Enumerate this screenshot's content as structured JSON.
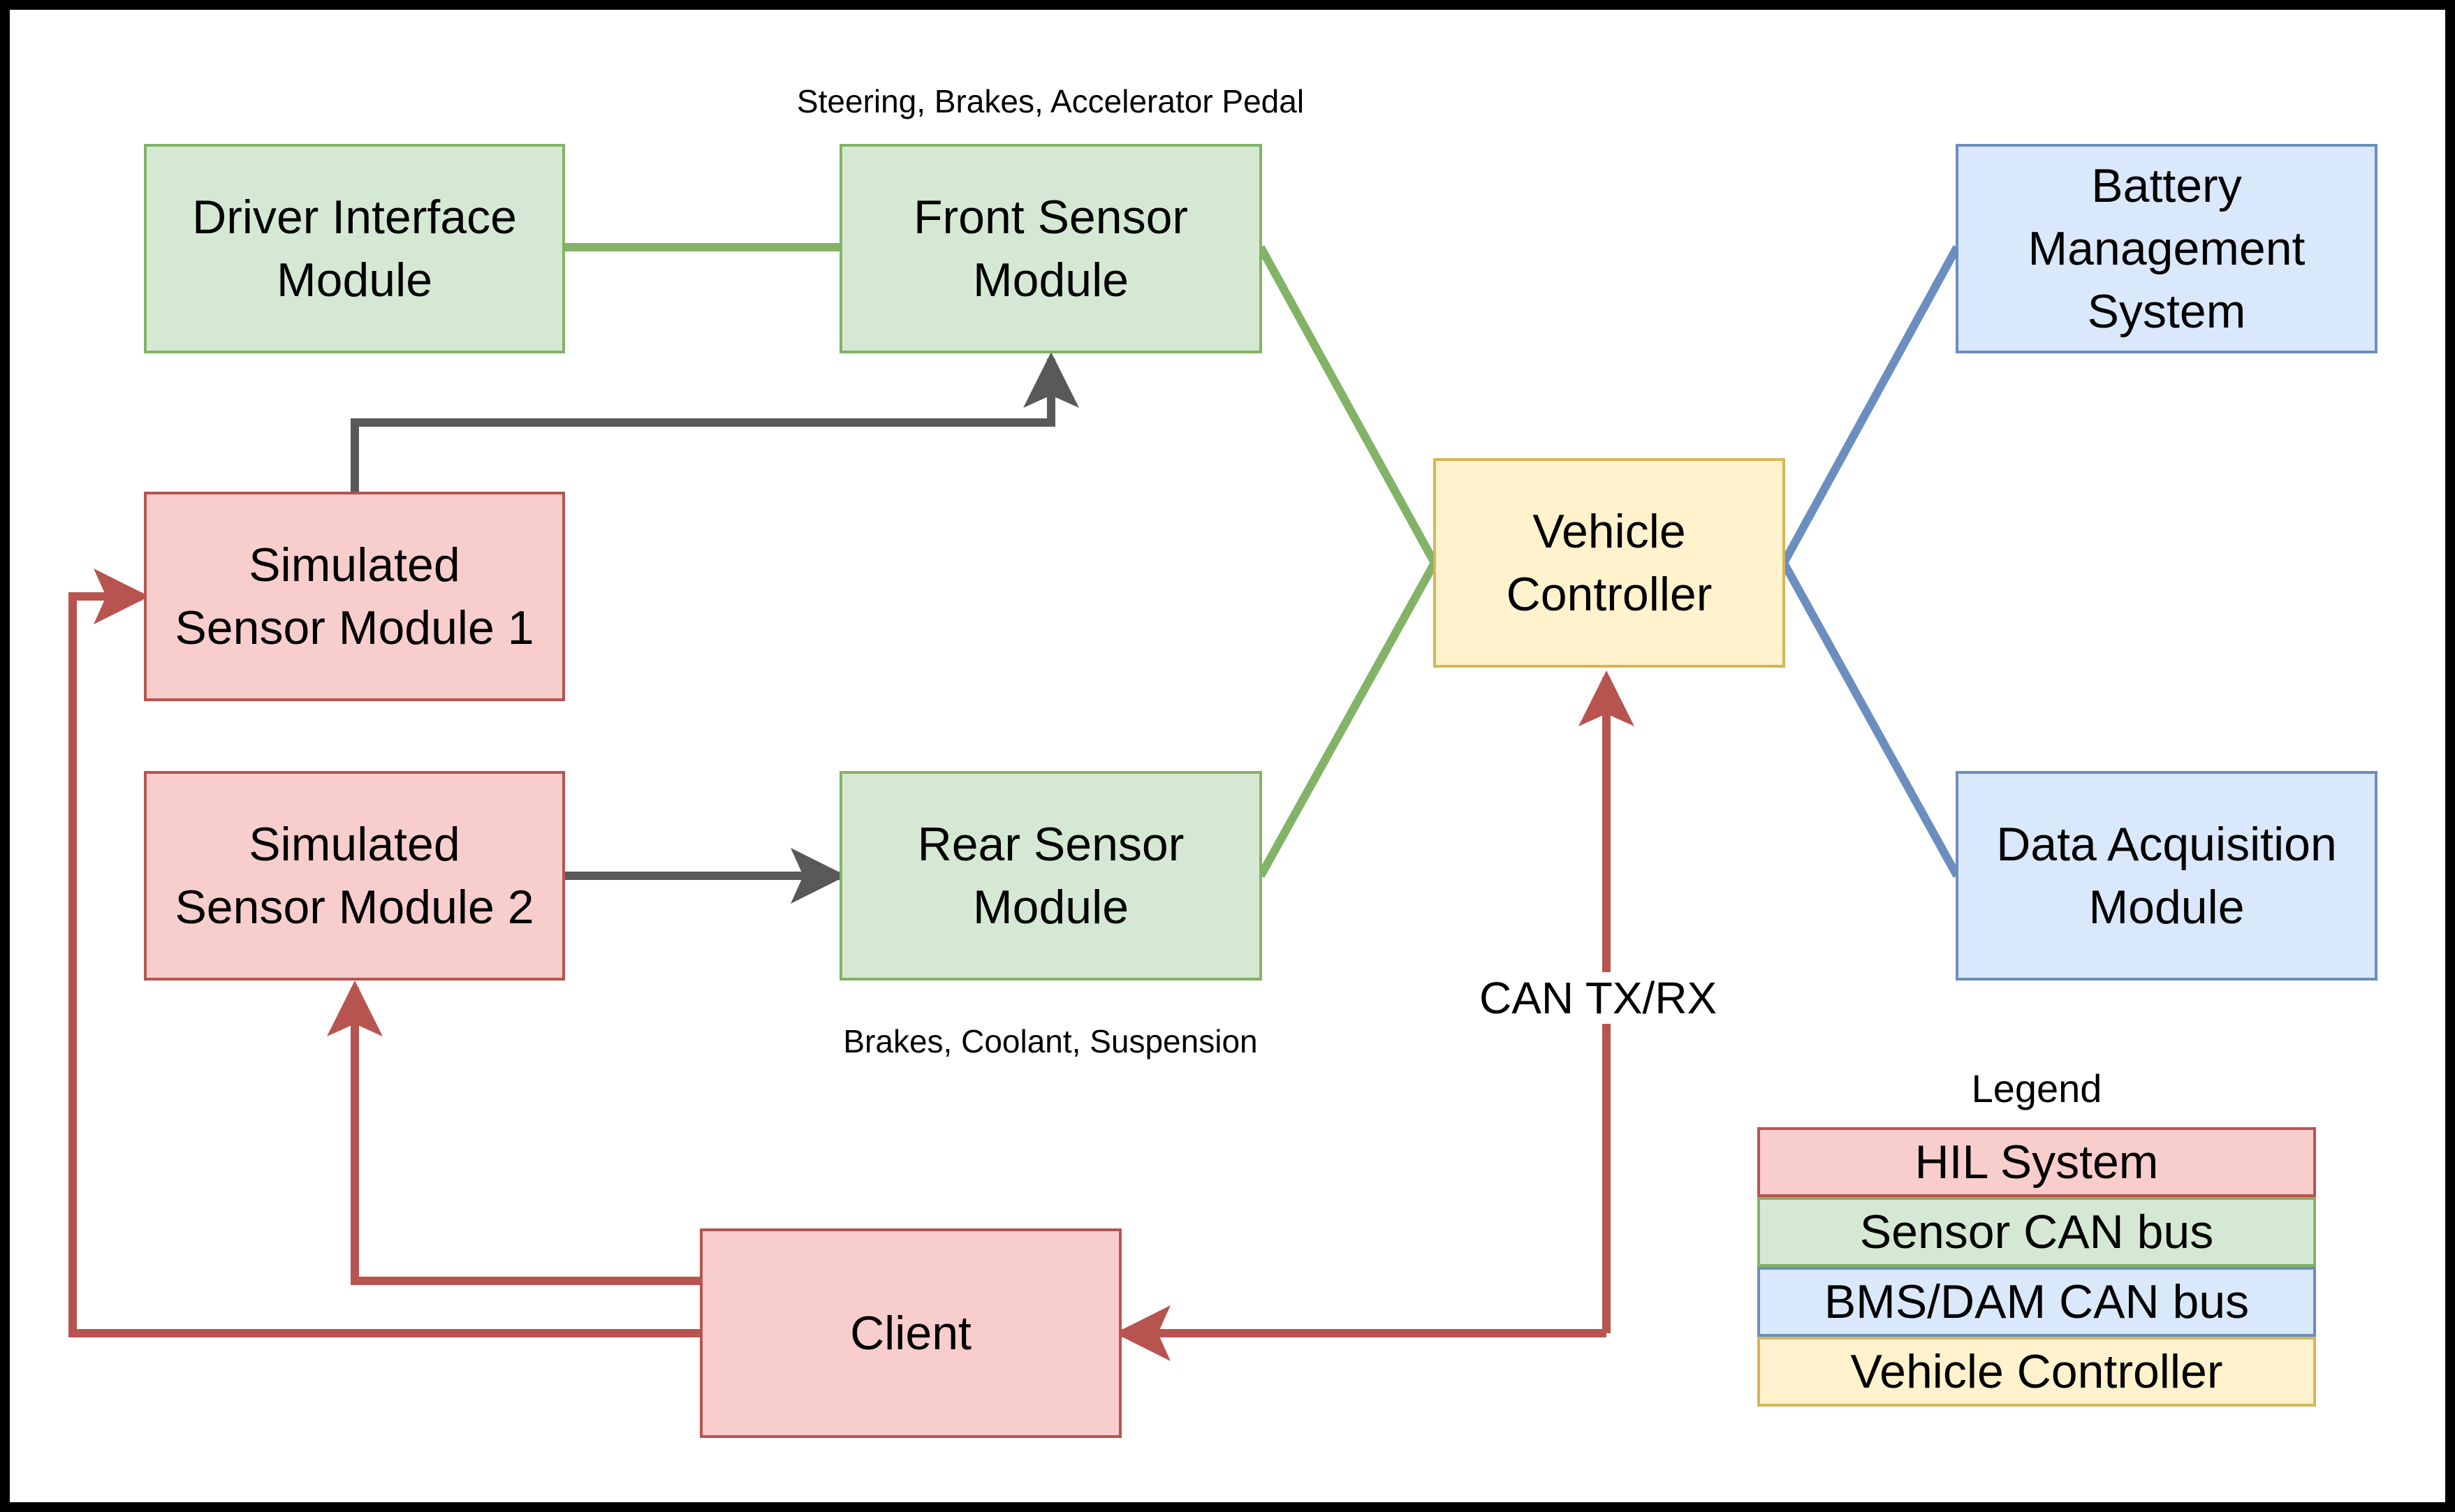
{
  "colors": {
    "hil_fill": "#f8cecc",
    "hil_stroke": "#b85450",
    "sensor_fill": "#d5e8d4",
    "sensor_stroke": "#82b366",
    "bms_fill": "#dae8fc",
    "bms_stroke": "#6c8ebf",
    "vc_fill": "#fff2cc",
    "vc_stroke": "#d6b656",
    "gray_arrow": "#595959"
  },
  "nodes": {
    "driver_interface": "Driver Interface\nModule",
    "front_sensor": "Front Sensor\nModule",
    "simulated_sensor_1": "Simulated\nSensor Module 1",
    "simulated_sensor_2": "Simulated\nSensor Module 2",
    "rear_sensor": "Rear Sensor\nModule",
    "vehicle_controller": "Vehicle\nController",
    "battery_management": "Battery\nManagement\nSystem",
    "data_acquisition": "Data Acquisition\nModule",
    "client": "Client"
  },
  "labels": {
    "front_sensor_note": "Steering, Brakes, Accelerator Pedal",
    "rear_sensor_note": "Brakes, Coolant, Suspension",
    "can_link": "CAN TX/RX"
  },
  "legend": {
    "title": "Legend",
    "items": [
      "HIL System",
      "Sensor CAN bus",
      "BMS/DAM CAN bus",
      "Vehicle Controller"
    ]
  }
}
